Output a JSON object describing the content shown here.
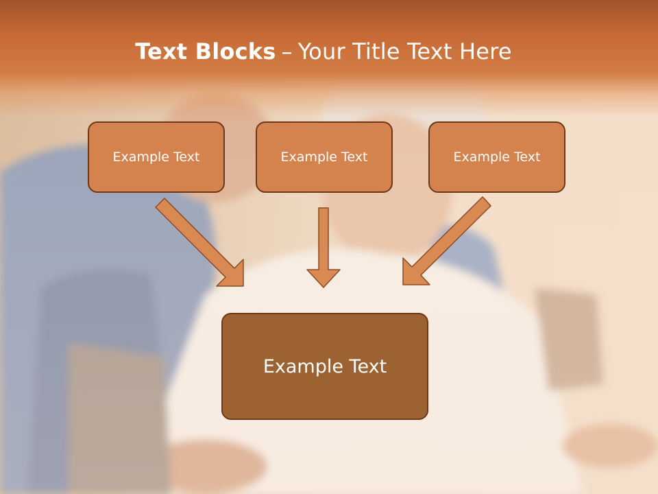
{
  "slide": {
    "title_bold": "Text Blocks",
    "title_separator": "–",
    "title_rest": "Your Title Text Here"
  },
  "blocks": [
    {
      "label": "Example Text"
    },
    {
      "label": "Example Text"
    },
    {
      "label": "Example Text"
    }
  ],
  "result_block": {
    "label": "Example Text"
  },
  "colors": {
    "header": "#c96d37",
    "block": "#d4834e",
    "result_block": "#9c6232",
    "arrow_fill": "#d98a52",
    "border": "#6e3718"
  }
}
